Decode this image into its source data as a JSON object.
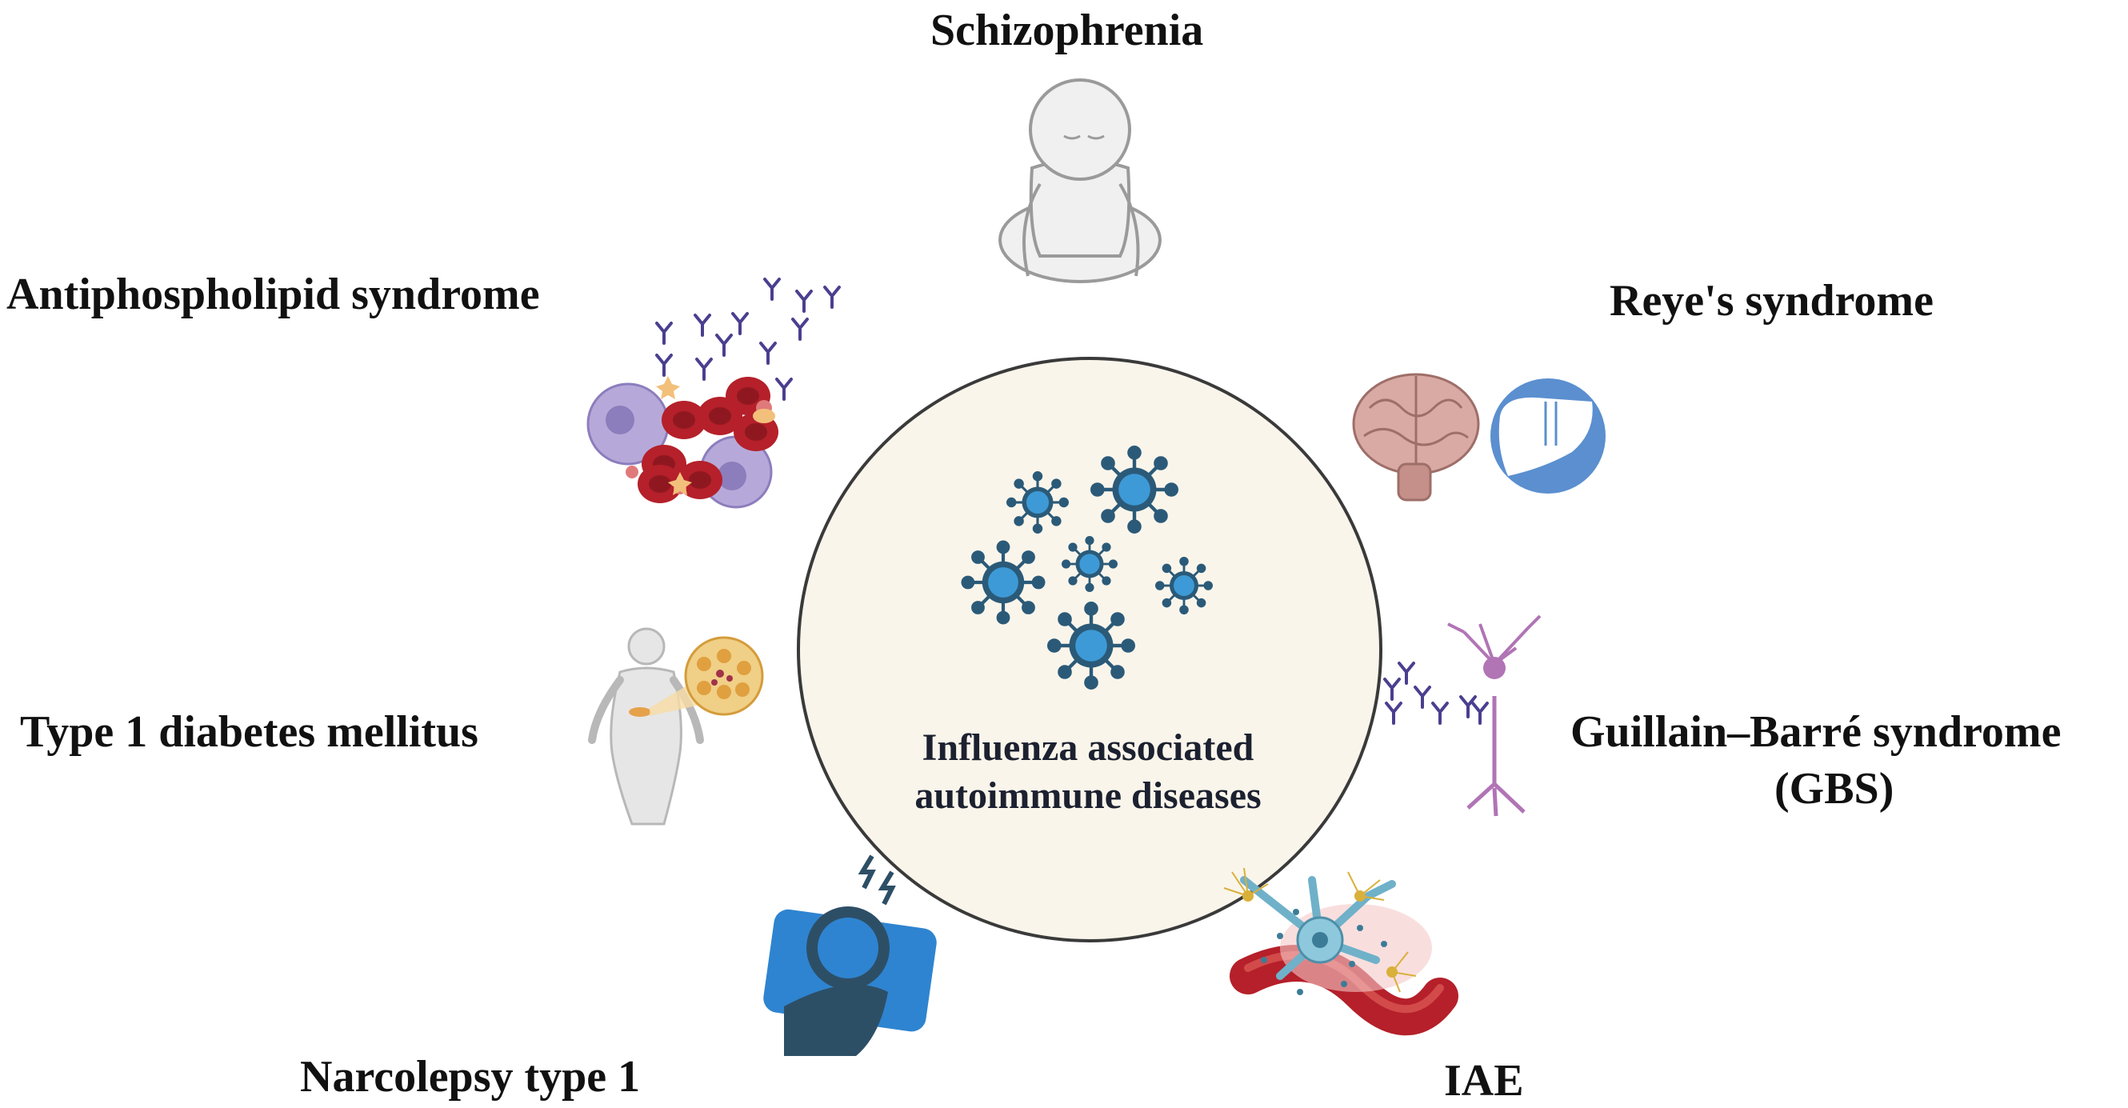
{
  "center": {
    "line1": "Influenza associated",
    "line2": "autoimmune diseases"
  },
  "diseases": {
    "schizophrenia": "Schizophrenia",
    "antiphospholipid": "Antiphospholipid syndrome",
    "reye": "Reye's syndrome",
    "diabetes": "Type 1 diabetes mellitus",
    "gbs_line1": "Guillain–Barré syndrome",
    "gbs_line2": "(GBS)",
    "narcolepsy": "Narcolepsy type 1",
    "iae": "IAE"
  },
  "colors": {
    "circle_fill": "#faf5eb",
    "virus_dark": "#2b5a78",
    "virus_light": "#3d9ad6",
    "blood_red": "#b5202a",
    "liver_blue": "#5b8fcf",
    "brain_pink": "#d9a9a3",
    "neuron_purple": "#b174b5",
    "narcolepsy_blue": "#2e84d0",
    "narcolepsy_dark": "#2d4f66"
  }
}
